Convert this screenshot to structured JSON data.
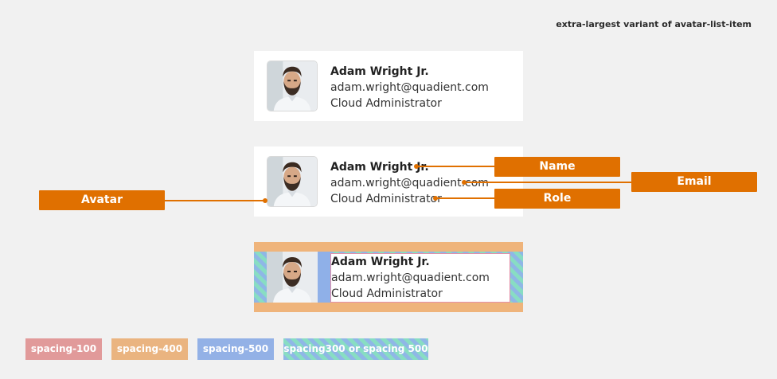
{
  "caption": "extra-largest variant of avatar-list-item",
  "person": {
    "name": "Adam Wright Jr.",
    "email": "adam.wright@quadient.com",
    "role": "Cloud Administrator"
  },
  "annotations": {
    "name": "Name",
    "email": "Email",
    "role": "Role",
    "avatar": "Avatar"
  },
  "legend": [
    {
      "label": "spacing-100",
      "color": "#e19a9a"
    },
    {
      "label": "spacing-400",
      "color": "#eab480"
    },
    {
      "label": "spacing-500",
      "color": "#93b1e6"
    },
    {
      "label": "spacing300 or spacing 500",
      "color": "#88ddc3"
    }
  ],
  "colors": {
    "annotation": "#e07000",
    "card": "#ffffff",
    "background": "#f1f1f1"
  }
}
